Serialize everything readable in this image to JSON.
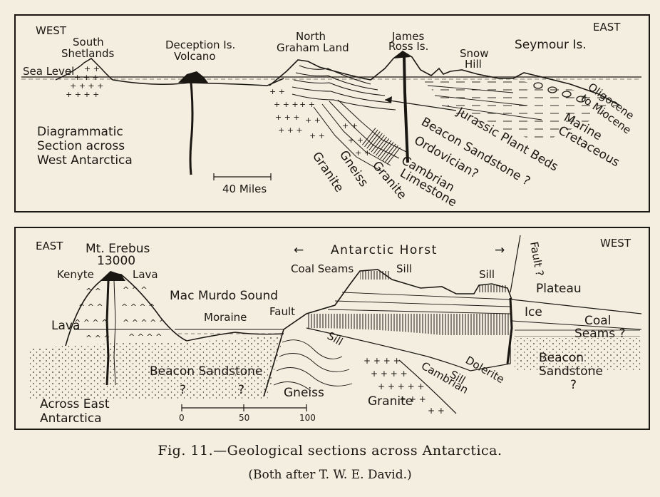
{
  "figure": {
    "caption": "Fig. 11.—Geological sections across Antarctica.",
    "credit": "(Both after T. W. E. David.)"
  },
  "top_section": {
    "west": "WEST",
    "east": "EAST",
    "south_shetlands_1": "South",
    "south_shetlands_2": "Shetlands",
    "deception_1": "Deception Is.",
    "deception_2": "Volcano",
    "north_graham_1": "North",
    "north_graham_2": "Graham Land",
    "james_ross_1": "James",
    "james_ross_2": "Ross Is.",
    "snow_hill_1": "Snow",
    "snow_hill_2": "Hill",
    "seymour": "Seymour Is.",
    "sea_level": "Sea Level",
    "title_1": "Diagrammatic",
    "title_2": "Section across",
    "title_3": "West Antarctica",
    "scale": "40 Miles",
    "granite": "Granite",
    "gneiss": "Gneiss",
    "granite2": "Granite",
    "cambrian_1": "Cambrian",
    "cambrian_2": "Limestone",
    "ordovician": "Ordovician?",
    "beacon": "Beacon Sandstone ?",
    "jurassic": "Jurassic Plant Beds",
    "marine_1": "Marine",
    "marine_2": "Cretaceous",
    "oligo_1": "Oligocene",
    "oligo_2": "to Miocene"
  },
  "bottom_section": {
    "east": "EAST",
    "west": "WEST",
    "erebus_1": "Mt. Erebus",
    "erebus_2": "13000",
    "kenyte": "Kenyte",
    "lava_top": "Lava",
    "lava_left": "Lava",
    "horst": "Antarctic Horst",
    "horst_left_arrow": "←",
    "horst_right_arrow": "→",
    "fault_q": "Fault ?",
    "coal_seams": "Coal Seams",
    "sill_1": "Sill",
    "sill_2": "Sill",
    "mac_murdo": "Mac Murdo Sound",
    "moraine": "Moraine",
    "fault": "Fault",
    "plateau": "Plateau",
    "ice": "Ice",
    "coal_q_1": "Coal",
    "coal_q_2": "Seams ?",
    "beacon_r_1": "Beacon",
    "beacon_r_2": "Sandstone",
    "beacon_r_q": "?",
    "beacon_l": "Beacon  Sandstone",
    "q1": "?",
    "q2": "?",
    "sill_3": "Sill",
    "cambrian_sill": "Cambrian",
    "sill_4": "Sill",
    "dolerite": "Dolerite",
    "gneiss": "Gneiss",
    "granite": "Granite",
    "title_1": "Across East",
    "title_2": "Antarctica",
    "scale_0": "0",
    "scale_50": "50",
    "scale_100": "100"
  }
}
